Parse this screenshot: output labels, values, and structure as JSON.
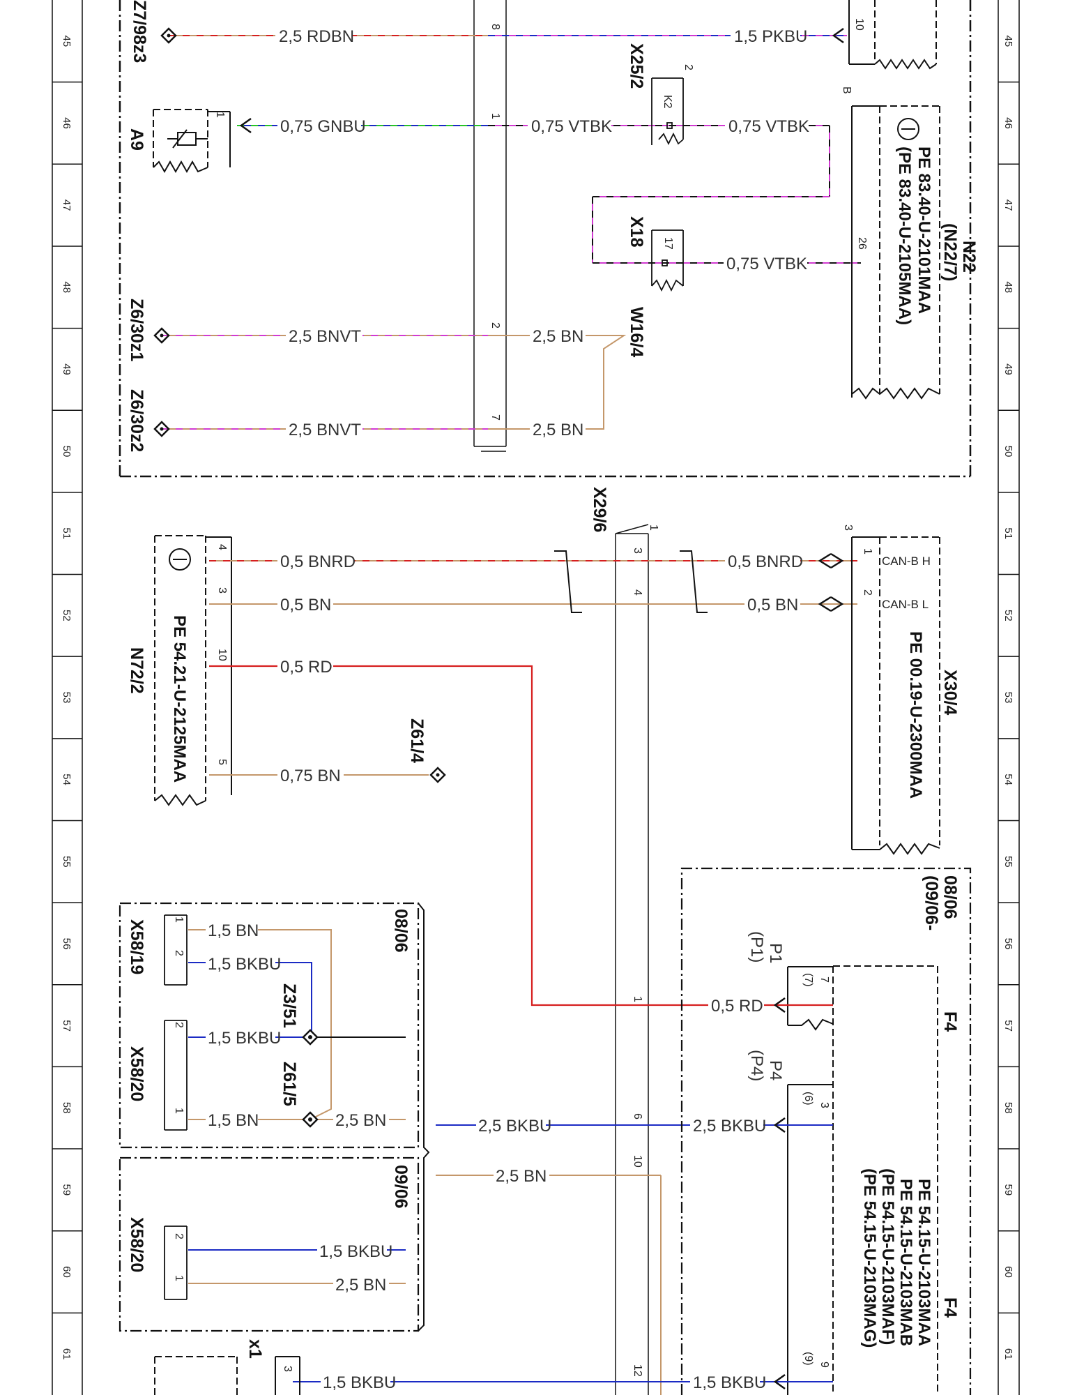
{
  "ruler_rows": [
    "45",
    "46",
    "47",
    "48",
    "49",
    "50",
    "51",
    "52",
    "53",
    "54",
    "55",
    "56",
    "57",
    "58",
    "59",
    "60",
    "61"
  ],
  "components": {
    "z7_98z3": "Z7/98z3",
    "a9": "A9",
    "z6_30z1": "Z6/30z1",
    "z6_30z2": "Z6/30z2",
    "x25_2": "X25/2",
    "x18": "X18",
    "w16_4": "W16/4",
    "n22": "N22",
    "n22_7": "(N22/7)",
    "x29_6": "X29/6",
    "n72_2": "N72/2",
    "z61_4": "Z61/4",
    "x30_4": "X30/4",
    "x58_19": "X58/19",
    "x58_20a": "X58/20",
    "x58_20b": "X58/20",
    "z3_51": "Z3/51",
    "z61_5": "Z61/5",
    "f4a": "F4",
    "f4b": "F4",
    "x1": "x1"
  },
  "pe_refs": {
    "n22_a": "PE 83.40-U-2101MAA",
    "n22_b": "(PE 83.40-U-2105MAA)",
    "n72": "PE 54.21-U-2125MAA",
    "x30": "PE 00.19-U-2300MAA",
    "f4_a": "PE 54.15-U-2103MAA",
    "f4_b": "PE 54.15-U-2103MAB",
    "f4_c": "(PE 54.15-U-2103MAF)",
    "f4_d": "(PE 54.15-U-2103MAG)"
  },
  "bus_labels": {
    "can_h": "CAN-B H",
    "can_l": "CAN-B L"
  },
  "date_labels": {
    "d1": "08/06",
    "d2": "(09/06-",
    "d3": "08/06",
    "d4": "09/06"
  },
  "fuse_labels": {
    "p1": "P1",
    "p1b": "(P1)",
    "p4": "P4",
    "p4b": "(P4)"
  },
  "wires": {
    "w45a": "2,5 RDBN",
    "w45b": "1,5 PKBU",
    "w46a": "0,75 GNBU",
    "w46b": "0,75 VTBK",
    "w46c": "0,75 VTBK",
    "w48x": "0,75 VTBK",
    "w48a": "2,5 BNVT",
    "w48b": "2,5 BN",
    "w50a": "2,5 BNVT",
    "w50b": "2,5 BN",
    "w51a": "0,5 BNRD",
    "w51b": "0,5 BNRD",
    "w52a": "0,5 BN",
    "w52b": "0,5 BN",
    "w52c": "0,5 RD",
    "w54a": "0,75 BN",
    "w56a": "1,5 BN",
    "w56b": "1,5 BKBU",
    "w57a": "0,5 RD",
    "w57b": "1,5 BKBU",
    "w58a": "1,5 BN",
    "w58b": "2,5 BN",
    "w58c": "2,5 BKBU",
    "w58d": "2,5 BKBU",
    "w59a": "2,5 BN",
    "w60a": "1,5 BKBU",
    "w60b": "2,5 BN",
    "w61a": "1,5 BKBU",
    "w61b": "1,5 BKBU"
  },
  "pins": {
    "p8": "8",
    "p1a": "1",
    "p2a": "2",
    "p7a": "7",
    "p10": "10",
    "p1b": "1",
    "pK2": "K2",
    "p2b": "2",
    "p17": "17",
    "p26": "26",
    "pB": "B",
    "x29_1": "1",
    "x29_3": "3",
    "x29_4": "4",
    "x29_1b": "1",
    "x29_6": "6",
    "x29_10": "10",
    "x29_12": "12",
    "n72_4": "4",
    "n72_3": "3",
    "n72_10": "10",
    "n72_5": "5",
    "x30_3": "3",
    "x30_1": "1",
    "x30_2": "2",
    "x58_1a": "1",
    "x58_2a": "2",
    "x58_2b": "2",
    "x58_1b": "1",
    "x58_2c": "2",
    "x58_1c": "1",
    "f4_7": "7",
    "f4_7b": "(7)",
    "f4_3": "3",
    "f4_6": "(6)",
    "f4_9": "9",
    "f4_9b": "(9)",
    "x1_3": "3"
  }
}
